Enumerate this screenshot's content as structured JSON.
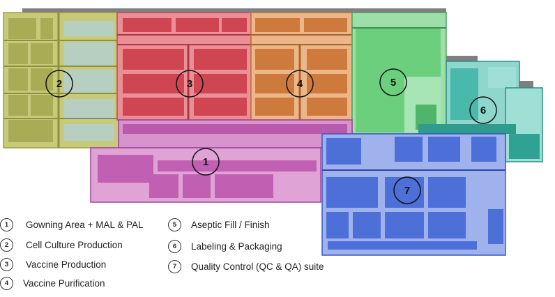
{
  "zones": [
    {
      "id": "1",
      "label": "Gowning Area + MAL & PAL",
      "color": "#c65bb4"
    },
    {
      "id": "2",
      "label": "Cell Culture Production",
      "color": "#b7b95c"
    },
    {
      "id": "3",
      "label": "Vaccine Production",
      "color": "#de5f6a"
    },
    {
      "id": "4",
      "label": "Vaccine Purification",
      "color": "#d88e55"
    },
    {
      "id": "5",
      "label": "Aseptic Fill / Finish",
      "color": "#62c675"
    },
    {
      "id": "6",
      "label": "Labeling & Packaging",
      "color": "#3cb6a8"
    },
    {
      "id": "7",
      "label": "Quality Control (QC & QA) suite",
      "color": "#4d6fd8"
    }
  ]
}
